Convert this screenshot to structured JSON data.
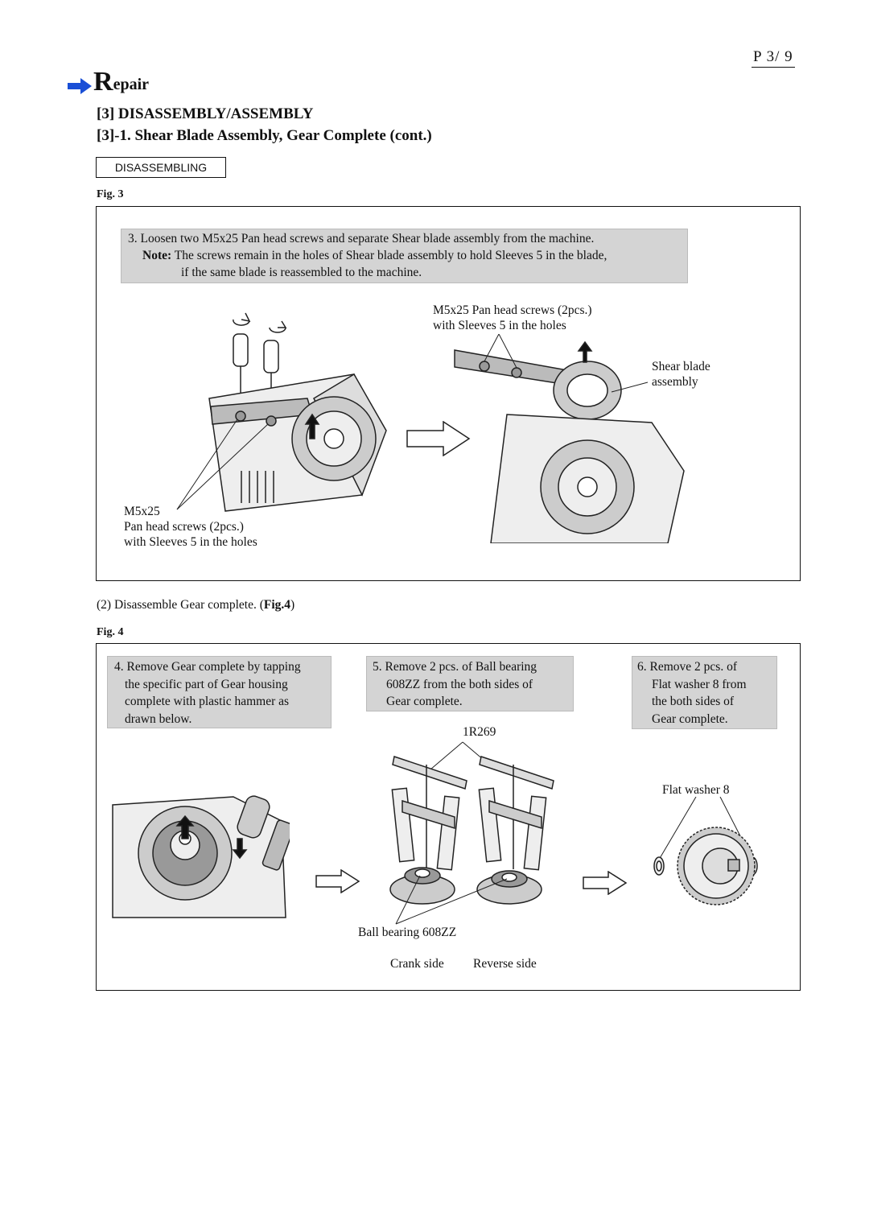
{
  "header": {
    "page_number": "P 3/ 9",
    "section_label_initial": "R",
    "section_label_rest": "epair",
    "title": "[3] DISASSEMBLY/ASSEMBLY",
    "subtitle": "[3]-1. Shear Blade Assembly, Gear Complete (cont.)",
    "mode_tag": "DISASSEMBLING"
  },
  "fig3": {
    "label": "Fig. 3",
    "note_line1": "3. Loosen two M5x25 Pan head screws and separate Shear blade assembly from the machine.",
    "note_label": "Note:",
    "note_line2": " The screws remain in the holes of Shear blade assembly to hold Sleeves 5 in the blade,",
    "note_line3": "if the same blade is reassembled to the machine.",
    "callout_screws_right_1": "M5x25 Pan head screws (2pcs.)",
    "callout_screws_right_2": "with Sleeves 5 in the holes",
    "callout_shear_1": "Shear blade",
    "callout_shear_2": "assembly",
    "callout_screws_left_1": "M5x25",
    "callout_screws_left_2": "Pan head screws (2pcs.)",
    "callout_screws_left_3": "with Sleeves 5 in the holes"
  },
  "step2": {
    "text": "(2) Disassemble Gear complete. (",
    "ref": "Fig.4",
    "close": ")"
  },
  "fig4": {
    "label": "Fig. 4",
    "note4": [
      "4. Remove Gear complete by tapping",
      "the specific part of Gear housing",
      "complete with plastic hammer as",
      "drawn below."
    ],
    "note5": [
      "5. Remove 2 pcs. of Ball bearing",
      "608ZZ from the both sides of",
      "Gear complete."
    ],
    "note6": [
      "6. Remove 2 pcs. of",
      "Flat washer 8 from",
      "the both sides of",
      "Gear complete."
    ],
    "tool_label": "1R269",
    "flat_washer_label": "Flat washer 8",
    "bearing_label": "Ball bearing 608ZZ",
    "crank_side": "Crank side",
    "reverse_side": "Reverse side"
  }
}
